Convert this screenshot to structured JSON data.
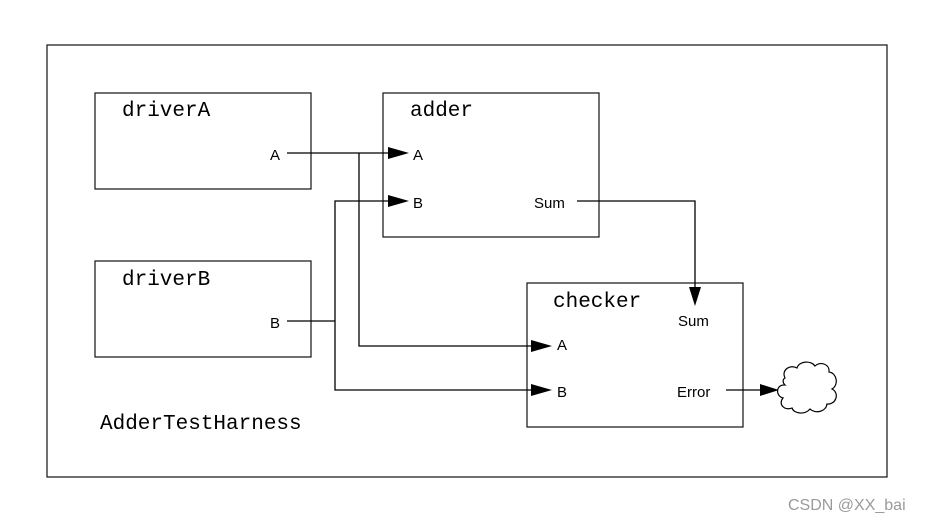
{
  "harness": {
    "label": "AdderTestHarness"
  },
  "blocks": {
    "driverA": {
      "name": "driverA",
      "ports": {
        "out": "A"
      }
    },
    "driverB": {
      "name": "driverB",
      "ports": {
        "out": "B"
      }
    },
    "adder": {
      "name": "adder",
      "ports": {
        "a": "A",
        "b": "B",
        "sum": "Sum"
      }
    },
    "checker": {
      "name": "checker",
      "ports": {
        "sum": "Sum",
        "a": "A",
        "b": "B",
        "error": "Error"
      }
    }
  },
  "watermark": "CSDN @XX_bai"
}
